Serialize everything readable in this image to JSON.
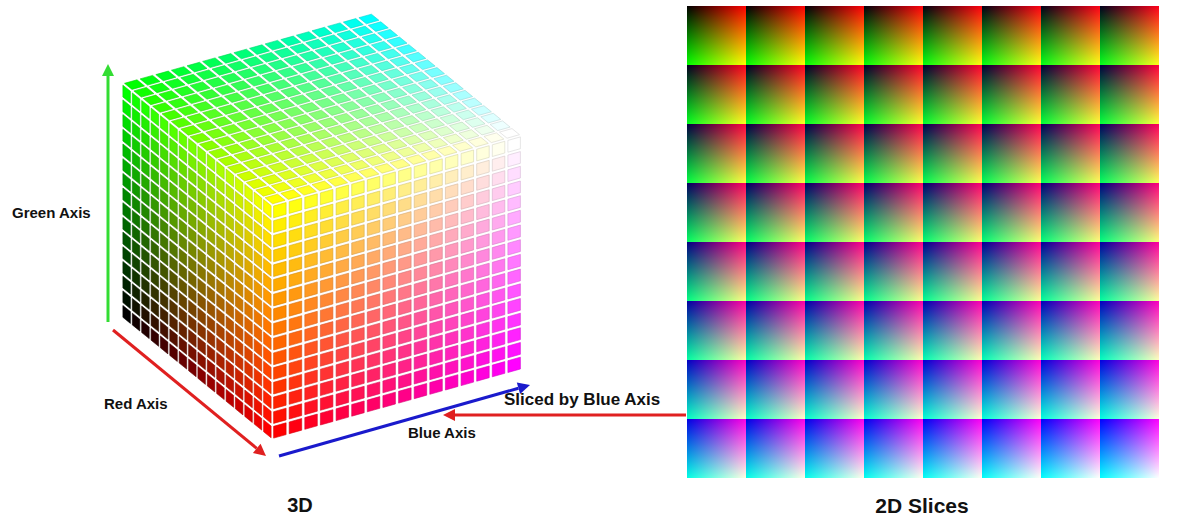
{
  "diagram": {
    "labels": [
      "Green Axis",
      "Red Axis",
      "Sliced by Blue Axis",
      "Blue Axis",
      "3D",
      "2D Slices"
    ]
  }
}
